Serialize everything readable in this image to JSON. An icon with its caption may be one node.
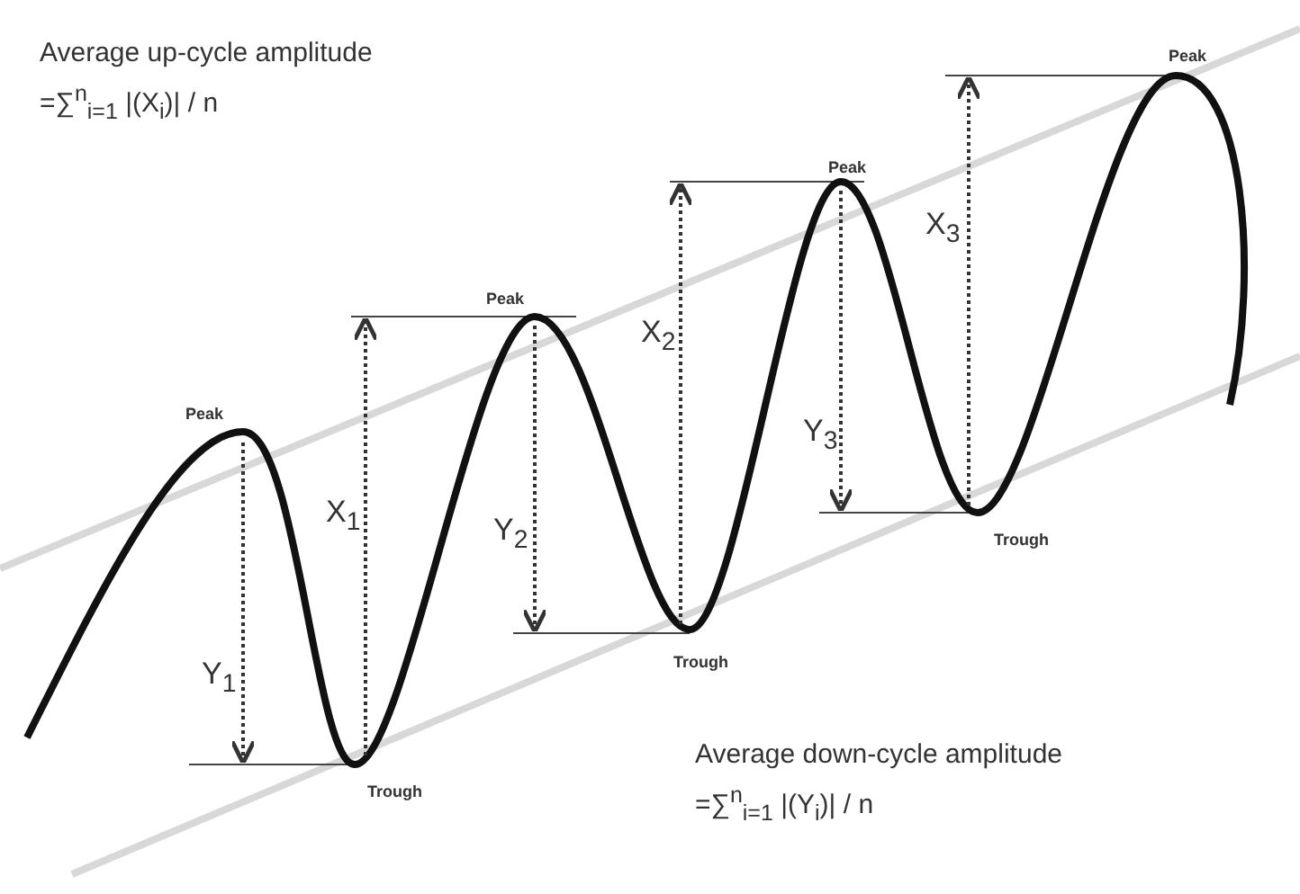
{
  "diagram": {
    "labels": [
      "Average up-cycle amplitude",
      "=∑$^{n}$$_{i=1}$ |(X$_{i}$)| / n",
      "Peak",
      "X$_{3}$",
      "Peak",
      "X$_{2}$",
      "Peak",
      "Peak",
      "X$_{1}$",
      "Y$_{3}$",
      "Y$_{2}$",
      "Trough",
      "Trough",
      "Y$_{1}$",
      "Trough",
      "Average down-cycle amplitude",
      "=∑$^{n}$$_{i=1}$ |(Y$_{i}$)| / n"
    ]
  }
}
